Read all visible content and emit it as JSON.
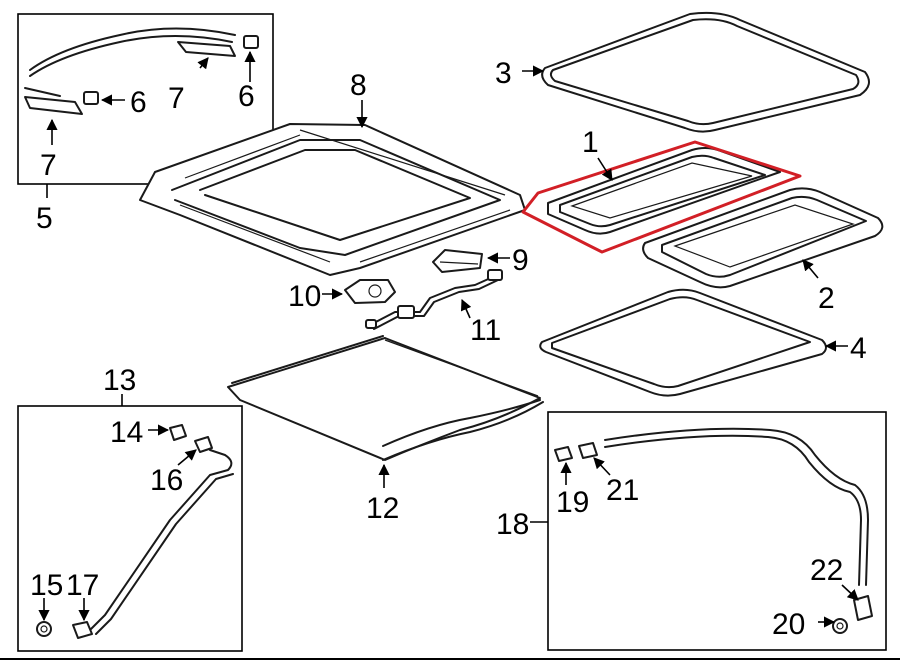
{
  "diagram": {
    "highlight_color": "#d21f26",
    "callouts": {
      "c1": "1",
      "c2": "2",
      "c3": "3",
      "c4": "4",
      "c5": "5",
      "c6a": "6",
      "c6b": "6",
      "c7a": "7",
      "c7b": "7",
      "c8": "8",
      "c9": "9",
      "c10": "10",
      "c11": "11",
      "c12": "12",
      "c13": "13",
      "c14": "14",
      "c15": "15",
      "c16": "16",
      "c17": "17",
      "c18": "18",
      "c19": "19",
      "c20": "20",
      "c21": "21",
      "c22": "22"
    }
  }
}
